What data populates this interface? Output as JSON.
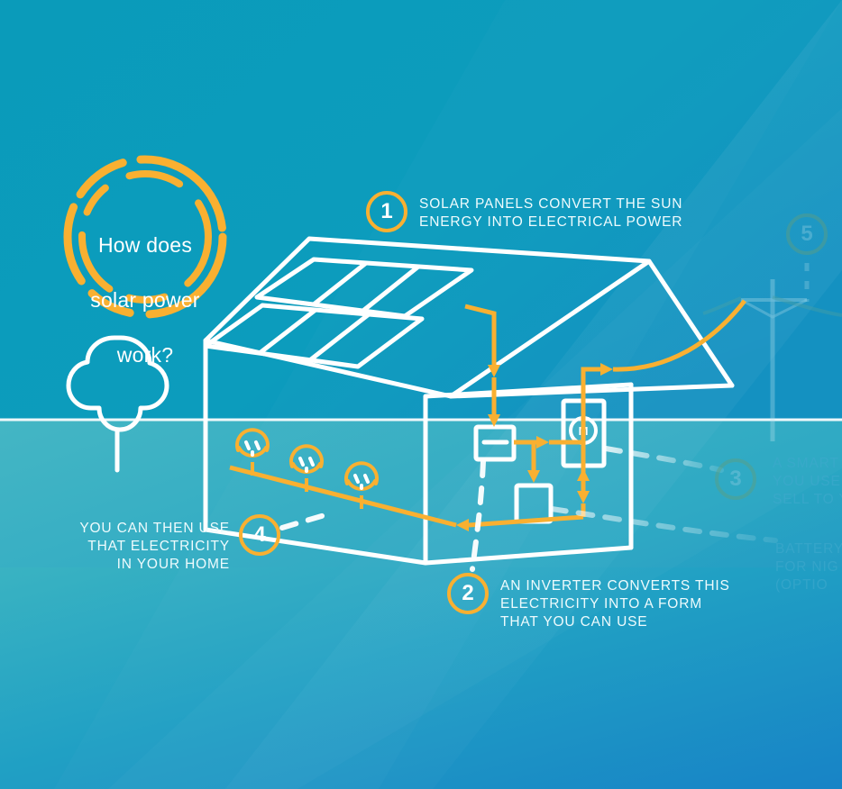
{
  "title": {
    "line1": "How does",
    "line2": "solar power",
    "line3": "work?"
  },
  "colors": {
    "sky": "#0a9bba",
    "ground": "#3fb3c4",
    "accent_orange": "#f9b031",
    "line_white": "#ffffff",
    "faded_text": "#3fa9cd",
    "bottom_gradient_start": "#35b2c0",
    "bottom_gradient_end": "#1b86c4"
  },
  "steps": [
    {
      "number": "1",
      "text": "SOLAR PANELS CONVERT THE SUN\nENERGY INTO ELECTRICAL POWER",
      "state": "active"
    },
    {
      "number": "2",
      "text": "AN INVERTER CONVERTS THIS\nELECTRICITY INTO A FORM\nTHAT YOU CAN USE",
      "state": "active"
    },
    {
      "number": "3",
      "text": "A SMART M\nYOU USE W\nSELL TO Y",
      "state": "faded-clipped"
    },
    {
      "number": "4",
      "text": "YOU CAN THEN USE\nTHAT ELECTRICITY\nIN YOUR HOME",
      "state": "active"
    },
    {
      "number": "5",
      "text": "",
      "state": "faded-clipped"
    }
  ],
  "annotations": {
    "battery": "BATTERY\nFOR NIG\n(OPTIO"
  },
  "diagram": {
    "meter_label": "M",
    "outlet_count": 3,
    "solar_panel_arrays": 2,
    "cells_per_array": 3
  }
}
